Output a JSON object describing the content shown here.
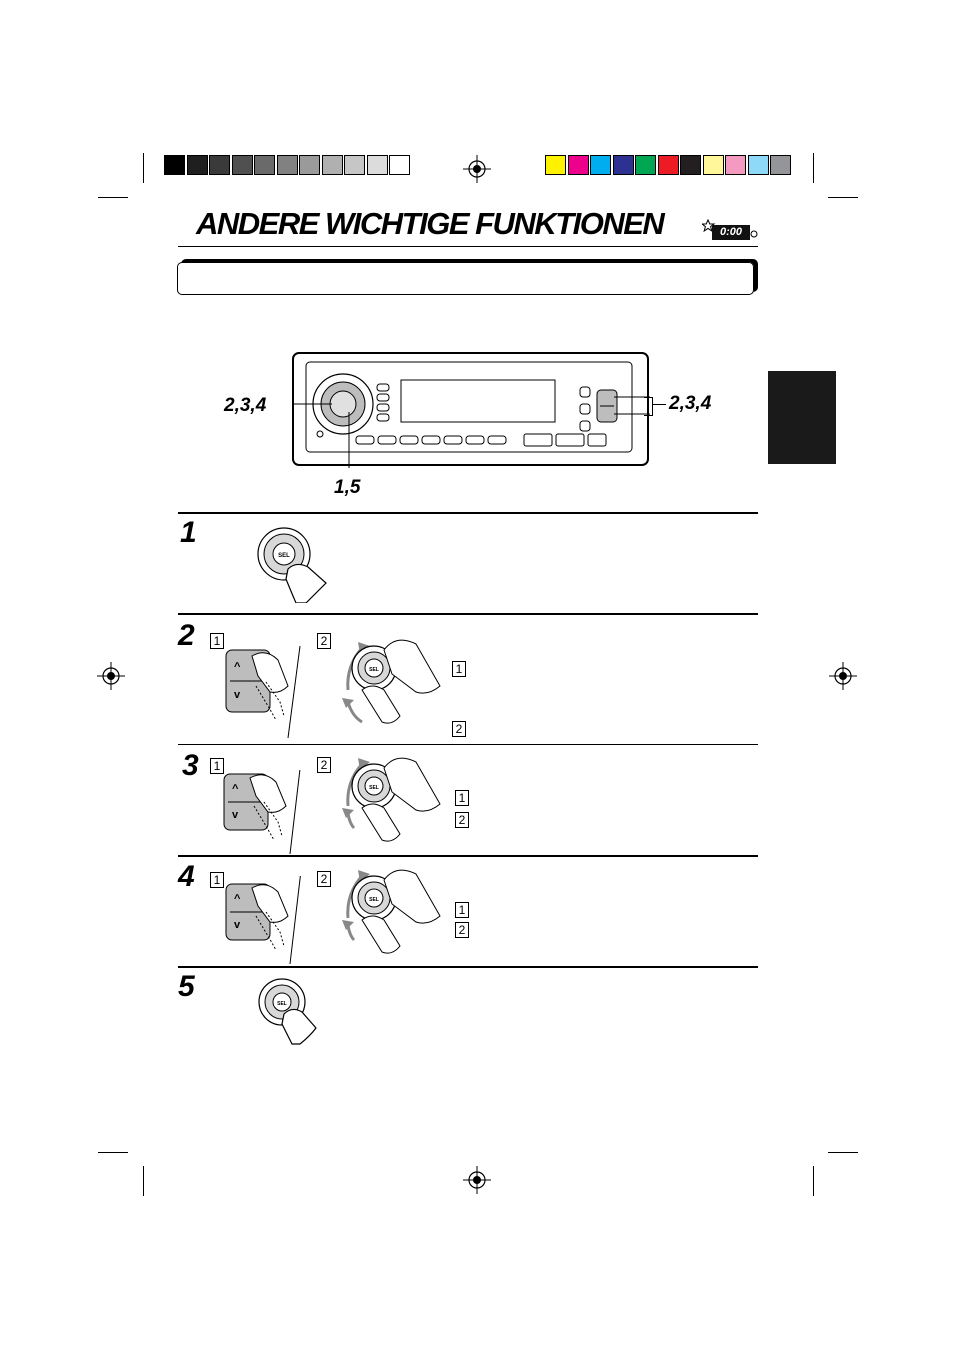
{
  "page": {
    "title": "ANDERE WICHTIGE FUNKTIONEN",
    "title_icon_text": "0:00"
  },
  "colors": {
    "gray_bar": [
      "#000000",
      "#1f1f1f",
      "#3a3a3a",
      "#505050",
      "#6a6a6a",
      "#818181",
      "#9a9a9a",
      "#b0b0b0",
      "#c6c6c6",
      "#dcdcdc",
      "#ffffff"
    ],
    "color_bar": [
      "#fff200",
      "#ec008c",
      "#00aeef",
      "#2e3192",
      "#00a651",
      "#ed1c24",
      "#231f20",
      "#fff799",
      "#f49ac1",
      "#8ed8f8",
      "#939598"
    ],
    "side_tab": "#1a1a1a"
  },
  "diagram": {
    "callout_left": "2,3,4",
    "callout_right": "2,3,4",
    "callout_bottom": "1,5",
    "knob_label": "SEL"
  },
  "steps": [
    {
      "number": "1",
      "sub_labels": []
    },
    {
      "number": "2",
      "sub_labels": [
        "1",
        "2"
      ],
      "text_markers": [
        "1",
        "2"
      ]
    },
    {
      "number": "3",
      "sub_labels": [
        "1",
        "2"
      ],
      "text_markers": [
        "1",
        "2"
      ]
    },
    {
      "number": "4",
      "sub_labels": [
        "1",
        "2"
      ],
      "text_markers": [
        "1",
        "2"
      ]
    },
    {
      "number": "5",
      "sub_labels": []
    }
  ]
}
